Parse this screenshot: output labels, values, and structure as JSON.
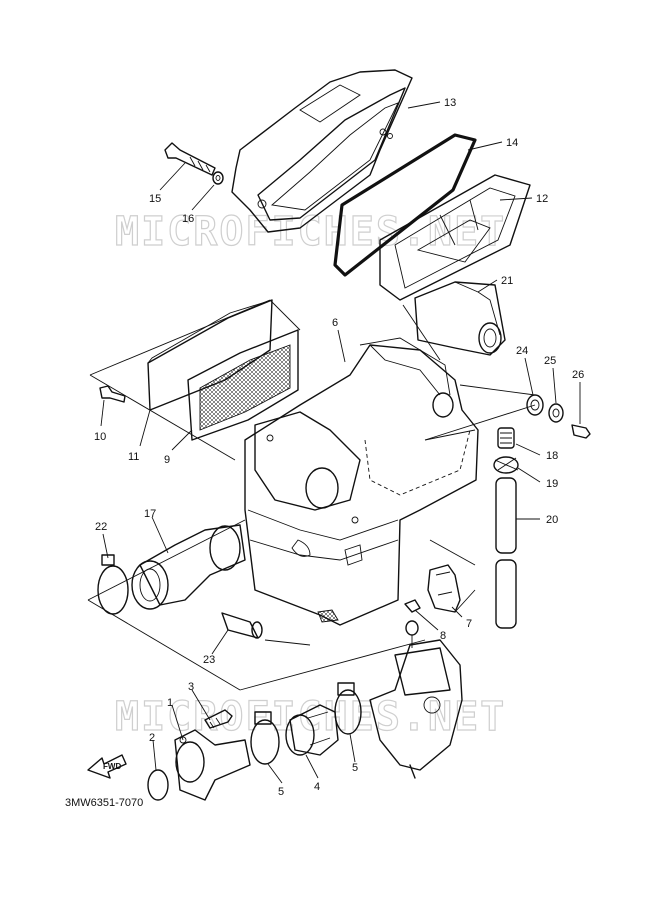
{
  "watermark": "MICROFICHES.NET",
  "diagram_code": "3MW6351-7070",
  "direction_label": "FWD",
  "part_numbers": {
    "p1": "1",
    "p2": "2",
    "p3": "3",
    "p4": "4",
    "p5a": "5",
    "p5b": "5",
    "p6": "6",
    "p7": "7",
    "p8": "8",
    "p9": "9",
    "p10": "10",
    "p11": "11",
    "p12": "12",
    "p13": "13",
    "p14": "14",
    "p15": "15",
    "p16": "16",
    "p17": "17",
    "p18": "18",
    "p19": "19",
    "p20": "20",
    "p21": "21",
    "p22": "22",
    "p23": "23",
    "p24": "24",
    "p25": "25",
    "p26": "26"
  }
}
